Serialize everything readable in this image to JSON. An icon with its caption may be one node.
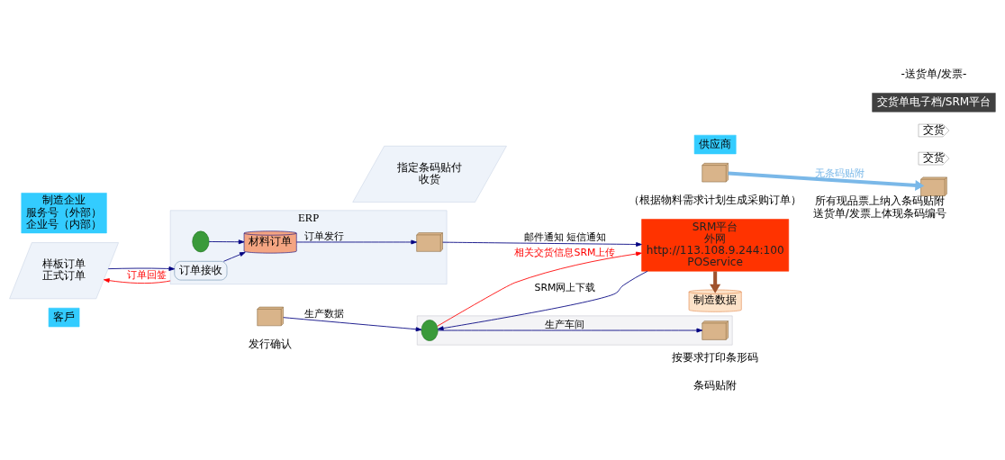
{
  "diagram": {
    "nodes": [
      {
        "text": [
          "客戶"
        ]
      },
      {
        "text": [
          "样板订单",
          "正式订单"
        ]
      },
      {
        "text": [
          "制造企业",
          "服务号（外部）",
          "企业号（内部）"
        ]
      },
      {
        "text": [
          "ERP"
        ]
      },
      {
        "text": [
          "订单接收"
        ],
        "in": 3
      },
      {
        "text": [
          "材料订单"
        ],
        "in": 3
      },
      {
        "text": [],
        "shape": "person",
        "in": 3
      },
      {
        "text": [],
        "shape": "picture",
        "in": 3
      },
      {
        "text": [
          "SRM平台",
          "外网",
          "http://113.108.9.244:100",
          "POService"
        ]
      },
      {
        "text": [
          "制造数据"
        ]
      },
      {
        "text": [
          "供应商"
        ]
      },
      {
        "text": [],
        "shape": "box"
      },
      {
        "text": [],
        "shape": "picture"
      },
      {
        "text": [],
        "shape": "person",
        "in": 11
      },
      {
        "text": [],
        "shape": "picture",
        "in": 11
      },
      {
        "text": [
          "交货"
        ]
      },
      {
        "text": [
          "交货"
        ]
      },
      {
        "text": [
          "指定条码贴付",
          "收货"
        ]
      },
      {
        "text": [],
        "shape": "picture"
      },
      {
        "text": [
          "交货单电子档/SRM平台"
        ]
      },
      {
        "text": [],
        "shape": "picture",
        "beside": [
          "所有现品票上纳入条码贴附",
          "送货单/发票上体现条码编号"
        ]
      }
    ],
    "edges": [
      {
        "from": 1,
        "to": 4,
        "arrow": "to"
      },
      {
        "from": 3,
        "to": 1,
        "arrow": "to",
        "label": "订单回签",
        "color": "#ff0000"
      },
      {
        "from": 4,
        "to": 5,
        "arrow": "to"
      },
      {
        "from": 6,
        "to": 5,
        "arrow": "to"
      },
      {
        "from": 5,
        "to": 7,
        "arrow": "to",
        "label": "订单发行"
      },
      {
        "from": 7,
        "to": 8,
        "arrow": "to",
        "label": "邮件通知 短信通知"
      },
      {
        "from": 8,
        "to": 9,
        "arrow": "to",
        "style": "thick",
        "color": "#a0522d"
      },
      {
        "from": 8,
        "to": 13,
        "arrow": "to",
        "label": "SRM网上下载"
      },
      {
        "from": 13,
        "to": 8,
        "arrow": "to",
        "label": "相关交货信息SRM上传",
        "color": "#ff0000"
      },
      {
        "from": 12,
        "to": 13,
        "arrow": "to",
        "label": "生产数据"
      },
      {
        "from": 13,
        "to": 14,
        "arrow": "to",
        "label": "生产车间"
      },
      {
        "from": 18,
        "to": 20,
        "arrow": "to",
        "label": "无条码贴附",
        "style": "thick",
        "color": "#7ab8e8"
      }
    ],
    "labels": [
      "发行确认",
      "按要求打印条形码",
      "条码贴附",
      "（根据物料需求计划生成采购订单）",
      "-送货单/发票-"
    ]
  }
}
